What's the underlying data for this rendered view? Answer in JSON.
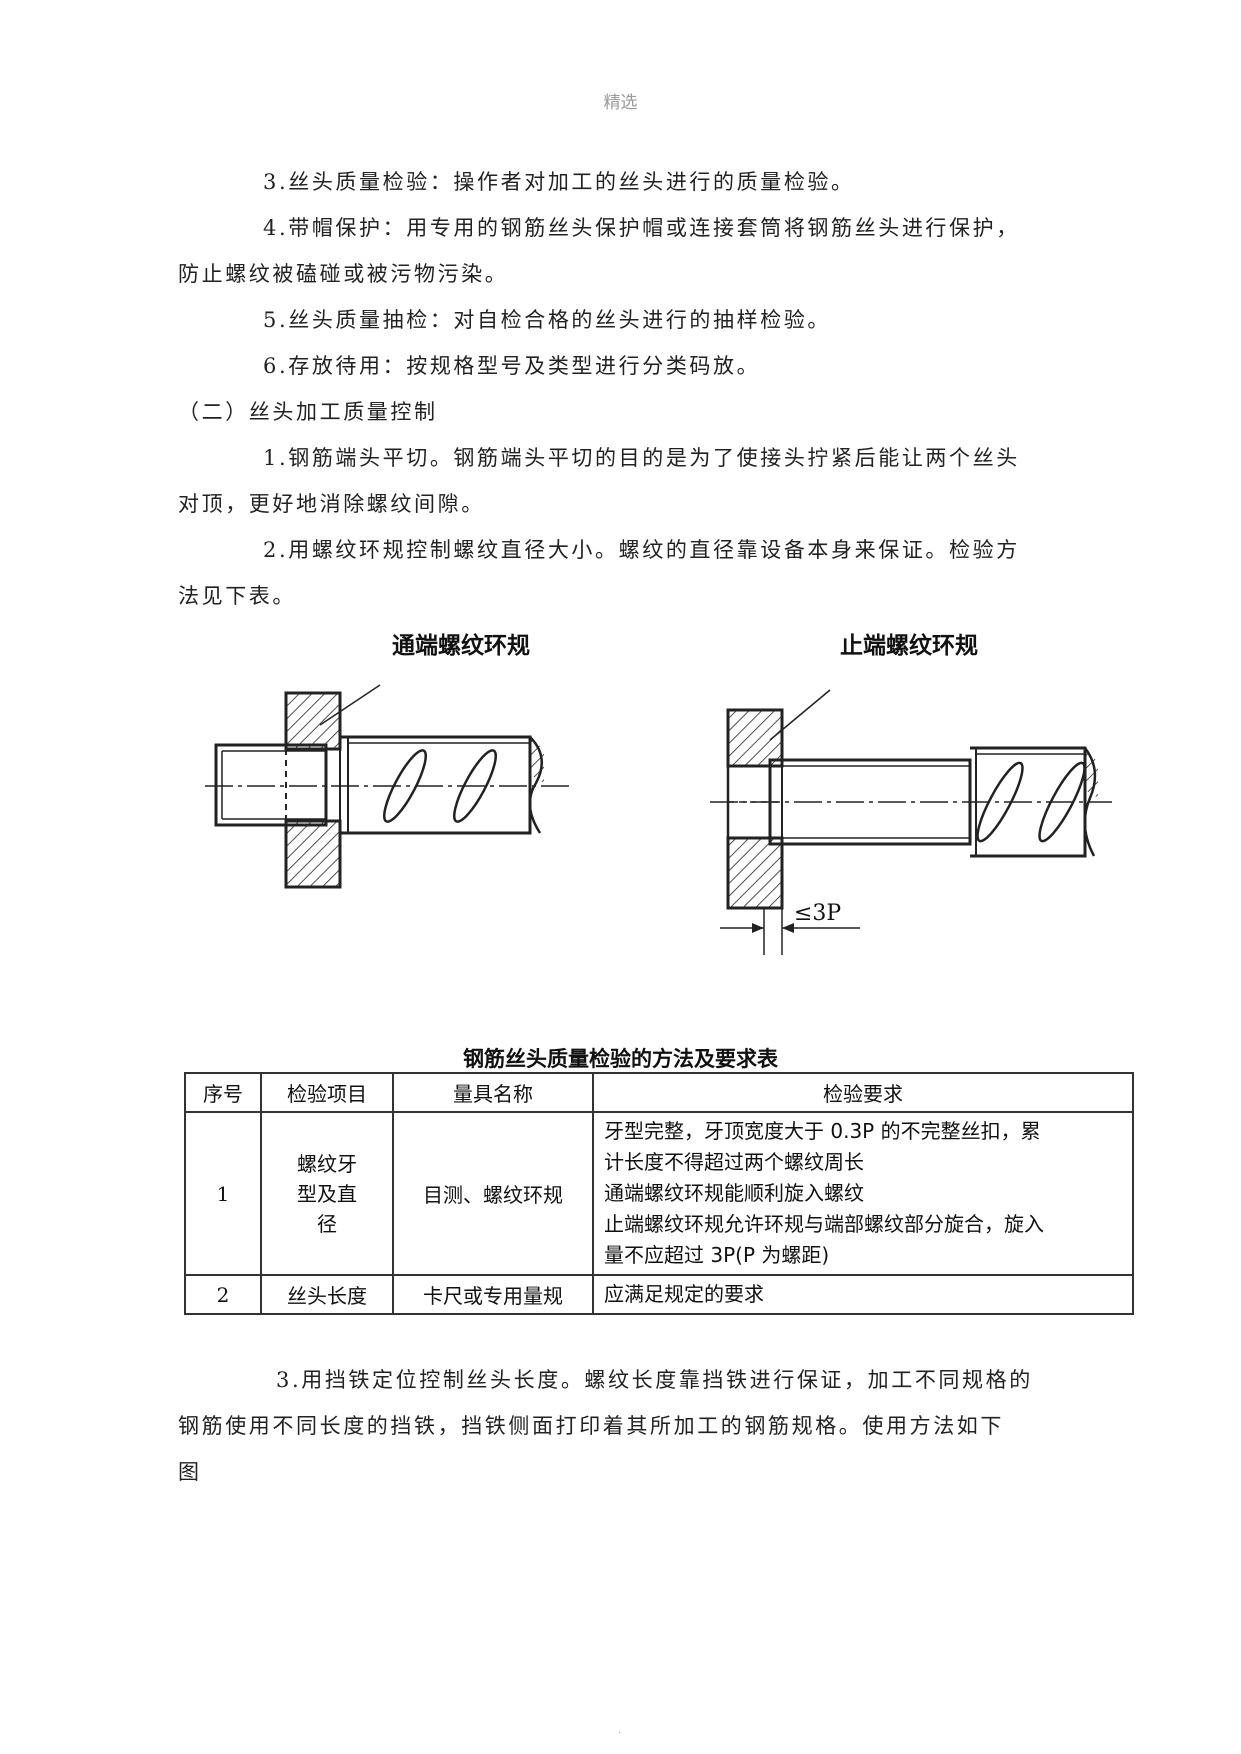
{
  "header": {
    "text": "精选"
  },
  "paragraphs": [
    "3.丝头质量检验：操作者对加工的丝头进行的质量检验。",
    "4.带帽保护：用专用的钢筋丝头保护帽或连接套筒将钢筋丝头进行保护，",
    "防止螺纹被磕碰或被污物污染。",
    "5.丝头质量抽检：对自检合格的丝头进行的抽样检验。",
    "6.存放待用：按规格型号及类型进行分类码放。",
    "（二）丝头加工质量控制",
    "1.钢筋端头平切。钢筋端头平切的目的是为了使接头拧紧后能让两个丝头",
    "对顶，更好地消除螺纹间隙。",
    "2.用螺纹环规控制螺纹直径大小。螺纹的直径靠设备本身来保证。检验方",
    "法见下表。"
  ],
  "figures": {
    "left_title": "通端螺纹环规",
    "right_title": "止端螺纹环规",
    "dimension_label": "≤3P"
  },
  "table": {
    "title": "钢筋丝头质量检验的方法及要求表",
    "headers": [
      "序号",
      "检验项目",
      "量具名称",
      "检验要求"
    ],
    "rows": [
      {
        "no": "1",
        "item": "螺纹牙型及直径",
        "tool": "目测、螺纹环规",
        "requirements": [
          "牙型完整，牙顶宽度大于 0.3P 的不完整丝扣，累",
          "计长度不得超过两个螺纹周长",
          "通端螺纹环规能顺利旋入螺纹",
          "止端螺纹环规允许环规与端部螺纹部分旋合，旋入",
          "量不应超过 3P(P 为螺距)"
        ]
      },
      {
        "no": "2",
        "item": "丝头长度",
        "tool": "卡尺或专用量规",
        "requirements": [
          "应满足规定的要求"
        ]
      }
    ]
  },
  "closing": [
    "3.用挡铁定位控制丝头长度。螺纹长度靠挡铁进行保证，加工不同规格的",
    "钢筋使用不同长度的挡铁，挡铁侧面打印着其所加工的钢筋规格。使用方法如下",
    "图"
  ]
}
